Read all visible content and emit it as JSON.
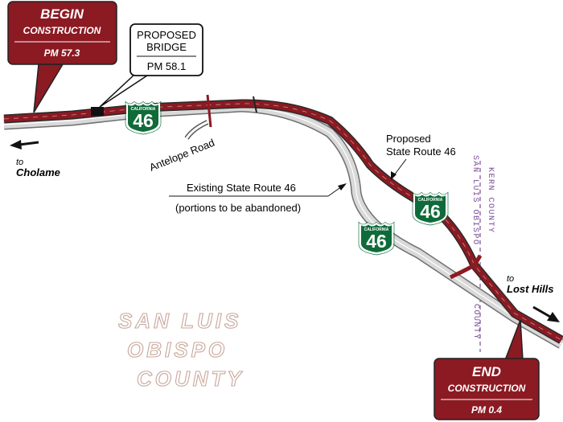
{
  "colors": {
    "callout_red": "#8b1a22",
    "proposed_route": "#8b1a22",
    "existing_route": "#9a9a9a",
    "shield_green": "#0f6b3a",
    "county_line": "#7a4f9a",
    "county_label_outline": "#c8a79b"
  },
  "begin_callout": {
    "title": "BEGIN",
    "subtitle": "CONSTRUCTION",
    "postmile": "PM 57.3"
  },
  "end_callout": {
    "title": "END",
    "subtitle": "CONSTRUCTION",
    "postmile": "PM 0.4"
  },
  "bridge_callout": {
    "line1": "PROPOSED",
    "line2": "BRIDGE",
    "postmile": "PM 58.1"
  },
  "directions": {
    "west_to": "to",
    "west_place": "Cholame",
    "east_to": "to",
    "east_place": "Lost Hills"
  },
  "road_labels": {
    "antelope": "Antelope Road"
  },
  "existing_route_label": {
    "line1": "Existing State Route 46",
    "line2": "(portions to be abandoned)"
  },
  "proposed_route_label": {
    "line1": "Proposed",
    "line2": "State Route 46"
  },
  "shields": {
    "top_text": "CALIFORNIA",
    "number": "46",
    "icon": "california-route-shield-icon"
  },
  "county_line": {
    "kern": "KERN COUNTY",
    "slo": "SAN LUIS OBISPO",
    "county": "COUNTY"
  },
  "county_area_label": {
    "line1": "SAN LUIS",
    "line2": "OBISPO",
    "line3": "COUNTY"
  }
}
